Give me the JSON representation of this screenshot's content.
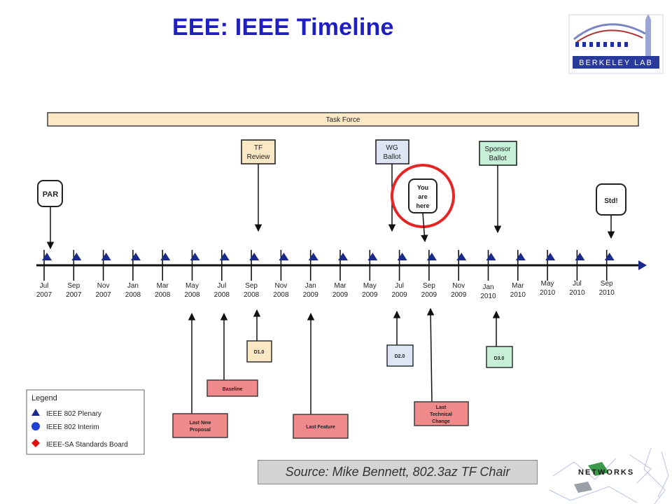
{
  "title": "EEE: IEEE Timeline",
  "logo_text": "BERKELEY LAB",
  "networks_logo_text": "NETWORKS",
  "source": "Source: Mike Bennett, 802.3az TF Chair",
  "task_force_label": "Task Force",
  "months": [
    {
      "m": "Jul",
      "y": "2007"
    },
    {
      "m": "Sep",
      "y": "2007"
    },
    {
      "m": "Nov",
      "y": "2007"
    },
    {
      "m": "Jan",
      "y": "2008"
    },
    {
      "m": "Mar",
      "y": "2008"
    },
    {
      "m": "May",
      "y": "2008"
    },
    {
      "m": "Jul",
      "y": "2008"
    },
    {
      "m": "Sep",
      "y": "2008"
    },
    {
      "m": "Nov",
      "y": "2008"
    },
    {
      "m": "Jan",
      "y": "2009"
    },
    {
      "m": "Mar",
      "y": "2009"
    },
    {
      "m": "May",
      "y": "2009"
    },
    {
      "m": "Jul",
      "y": "2009"
    },
    {
      "m": "Sep",
      "y": "2009"
    },
    {
      "m": "Nov",
      "y": "2009"
    },
    {
      "m": "Jan",
      "y": "2010"
    },
    {
      "m": "Mar",
      "y": "2010"
    },
    {
      "m": "May",
      "y": "2010"
    },
    {
      "m": "Jul",
      "y": "2010"
    },
    {
      "m": "Sep",
      "y": "2010"
    }
  ],
  "callouts": {
    "par": "PAR",
    "tf_review": [
      "TF",
      "Review"
    ],
    "wg_ballot": [
      "WG",
      "Ballot"
    ],
    "you_are_here": [
      "You",
      "are",
      "here"
    ],
    "sponsor_ballot": [
      "Sponsor",
      "Ballot"
    ],
    "std": "Std!"
  },
  "drafts": {
    "d1": "D1.0",
    "d2": "D2.0",
    "d3": "D3.0"
  },
  "milestones": {
    "baseline": [
      "Baseline"
    ],
    "last_new_proposal": [
      "Last New",
      "Proposal"
    ],
    "last_feature": [
      "Last Feature"
    ],
    "last_technical_change": [
      "Last",
      "Technical",
      "Change"
    ]
  },
  "legend": {
    "title": "Legend",
    "items": [
      "IEEE 802 Plenary",
      "IEEE 802 Interim",
      "IEEE-SA Standards Board"
    ]
  },
  "colors": {
    "title": "#1f1fbf",
    "plenary": "#1a2a8a",
    "interim": "#1e3fd0",
    "standards_board": "#e01010",
    "task_force_fill": "#fbe8c4",
    "tf_review_fill": "#fbe8c4",
    "wg_ballot_fill": "#dce6f4",
    "sponsor_ballot_fill": "#c8f0d8",
    "milestone_fill": "#f08a8a",
    "highlight_ring": "#e52424"
  }
}
